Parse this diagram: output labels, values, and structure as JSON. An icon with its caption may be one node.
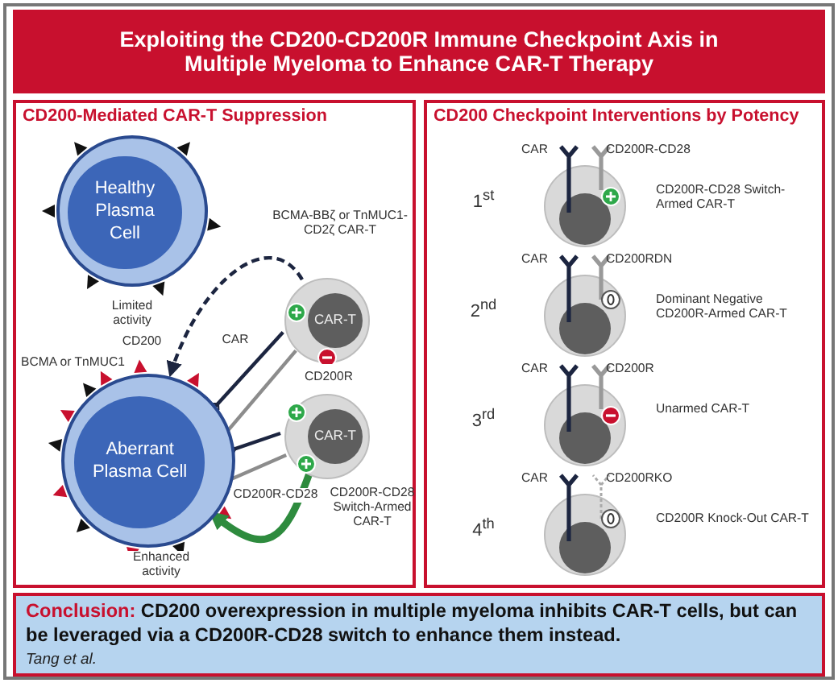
{
  "diagram": {
    "title": "Exploiting the CD200-CD200R Immune Checkpoint Axis in Multiple Myeloma to Enhance CAR-T Therapy",
    "nodes": [
      {
        "text": [
          "CD200-Mediated CAR-T Suppression"
        ]
      },
      {
        "text": [
          "Healthy Plasma Cell"
        ],
        "in": 0
      },
      {
        "text": [
          "CAR-T"
        ],
        "in": 0,
        "beside": [
          "BCMA-BBζ or TnMUC1-CD2ζ CAR-T"
        ]
      },
      {
        "text": [
          "Aberrant Plasma Cell"
        ],
        "in": 0
      },
      {
        "text": [
          "CAR-T"
        ],
        "in": 0,
        "beside": [
          "CD200R-CD28 Switch-Armed CAR-T"
        ]
      },
      {
        "text": [
          "CD200 Checkpoint Interventions by Potency"
        ]
      },
      {
        "text": [],
        "shape": "circle",
        "in": 5,
        "beside": [
          "CD200R-CD28 Switch-Armed CAR-T"
        ]
      },
      {
        "text": [],
        "shape": "circle",
        "in": 5,
        "beside": [
          "Dominant Negative CD200R-Armed CAR-T"
        ]
      },
      {
        "text": [],
        "shape": "circle",
        "in": 5,
        "beside": [
          "Unarmed CAR-T"
        ]
      },
      {
        "text": [],
        "shape": "circle",
        "in": 5,
        "beside": [
          "CD200R Knock-Out CAR-T"
        ]
      },
      {
        "text": [
          "Conclusion:",
          "CD200 overexpression in multiple myeloma inhibits CAR-T cells, but can be leveraged via a CD200R-CD28 switch to enhance them instead."
        ]
      }
    ],
    "edges": [
      {
        "from": 2,
        "to": 3,
        "arrow": "to",
        "label": "Limited activity",
        "style": "dashed"
      },
      {
        "from": 2,
        "to": 3,
        "arrow": "other",
        "label": "CAR"
      },
      {
        "from": 2,
        "to": 3,
        "arrow": "none",
        "label": "CD200R",
        "color": "#8c8c8c"
      },
      {
        "from": 4,
        "to": 3,
        "arrow": "other"
      },
      {
        "from": 4,
        "to": 3,
        "arrow": "none",
        "label": "CD200R-CD28",
        "color": "#8c8c8c"
      },
      {
        "from": 4,
        "to": 3,
        "arrow": "to",
        "label": "Enhanced activity",
        "style": "thick",
        "color": "#2e8b3e"
      }
    ],
    "labels": [
      "CD200",
      "BCMA or TnMUC1",
      "CAR",
      "CD200R-CD28",
      "1$^{st}$",
      "CAR",
      "CD200RDN",
      "2$^{nd}$",
      "CAR",
      "CD200R",
      "3$^{rd}$",
      "CAR",
      "CD200RKO",
      "4$^{th}$",
      "Tang et al."
    ]
  }
}
